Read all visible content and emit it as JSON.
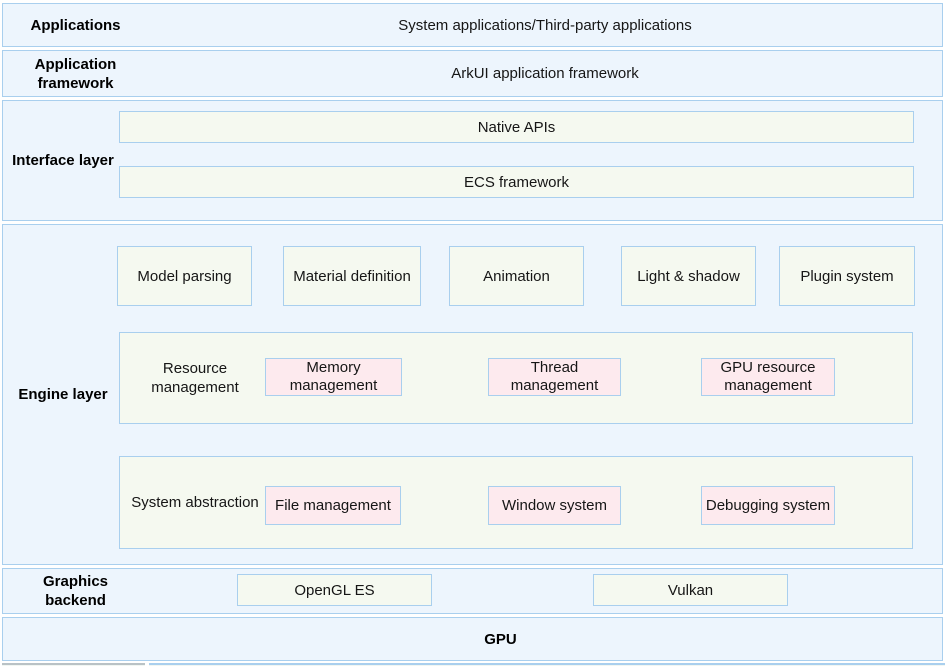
{
  "layers": {
    "applications": {
      "label": "Applications",
      "content": "System applications/Third-party applications"
    },
    "application_framework": {
      "label": "Application framework",
      "content": "ArkUI application framework"
    },
    "interface_layer": {
      "label": "Interface layer",
      "native_apis": "Native APIs",
      "ecs_framework": "ECS framework"
    },
    "engine_layer": {
      "label": "Engine layer",
      "features": [
        "Model parsing",
        "Material definition",
        "Animation",
        "Light & shadow",
        "Plugin system"
      ],
      "resource_management": {
        "label": "Resource management",
        "items": [
          "Memory management",
          "Thread management",
          "GPU resource management"
        ]
      },
      "system_abstraction": {
        "label": "System abstraction",
        "items": [
          "File management",
          "Window system",
          "Debugging system"
        ]
      }
    },
    "graphics_backend": {
      "label": "Graphics backend",
      "opengl": "OpenGL ES",
      "vulkan": "Vulkan"
    },
    "gpu": {
      "label": "GPU"
    }
  },
  "colors": {
    "band_fill": "#edf5fd",
    "band_border": "#a9cfee",
    "box_fill": "#f5f9f0",
    "box_border": "#a9cfee",
    "pink_fill": "#fdeaee",
    "text": "#161616"
  }
}
